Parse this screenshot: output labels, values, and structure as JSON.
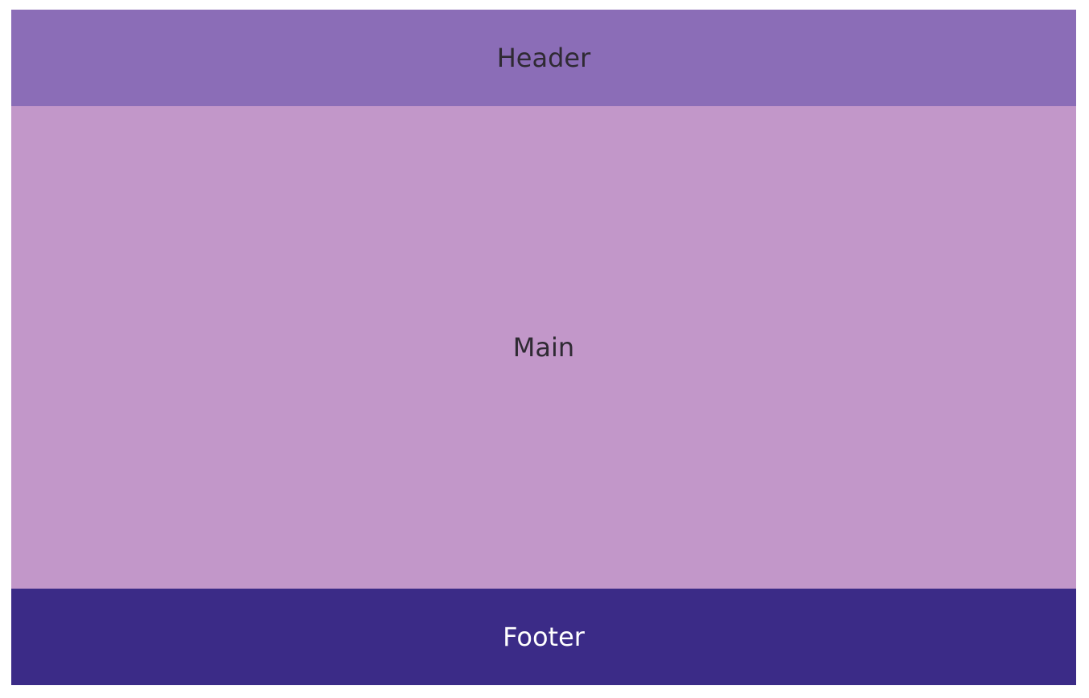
{
  "layout": {
    "header": {
      "label": "Header",
      "background": "#8b6db7",
      "text_color": "#2f2a33"
    },
    "main": {
      "label": "Main",
      "background": "#c297c9",
      "text_color": "#2f2a33"
    },
    "footer": {
      "label": "Footer",
      "background": "#3b2b87",
      "text_color": "#ffffff"
    }
  }
}
